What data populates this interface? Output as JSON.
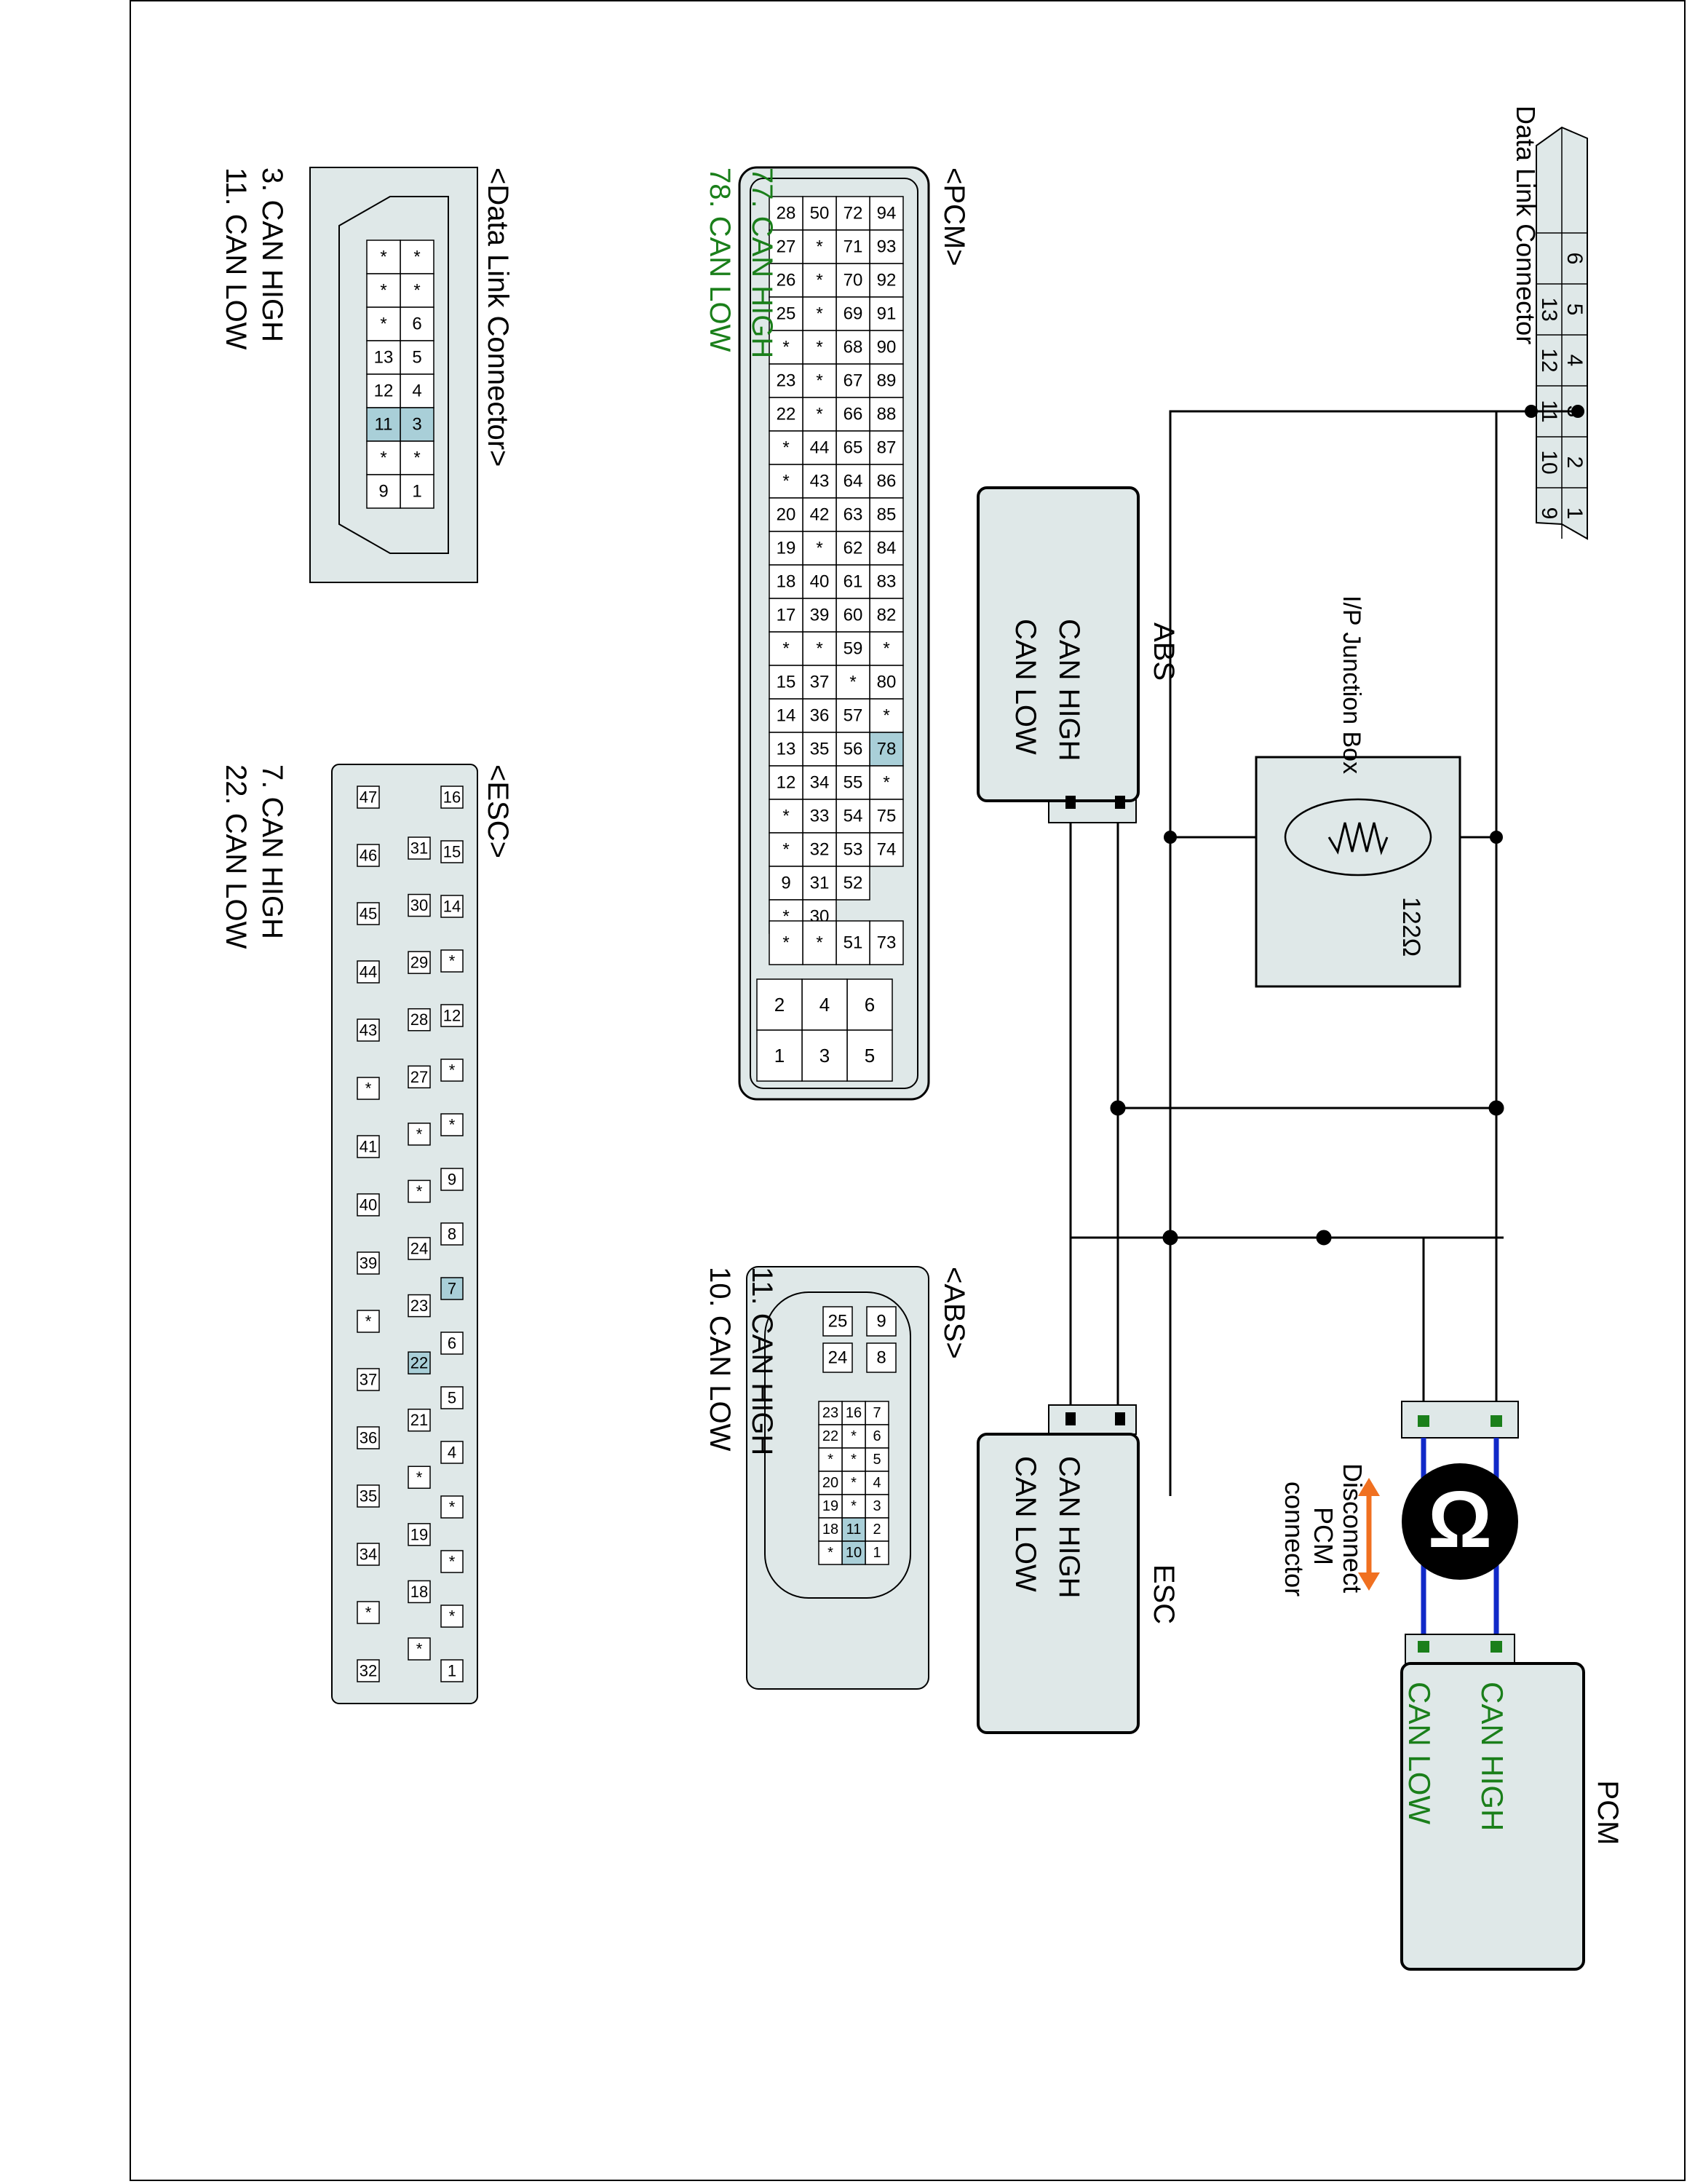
{
  "colors": {
    "box_fill": "#dfe8e8",
    "highlight": "#a9cfd8",
    "green_label": "#1a7f1a",
    "wire": "#000000",
    "pcm_wire": "#1029c8",
    "arrow": "#f07020"
  },
  "schematic": {
    "dlc_title": "Data Link Connector",
    "dlc_pins": [
      "6",
      "5",
      "4",
      "3",
      "2",
      "1",
      "13",
      "12",
      "11",
      "10",
      "9"
    ],
    "junction_box_label": "I/P Junction Box",
    "resistor_value": "122Ω",
    "abs": {
      "name": "ABS",
      "can_high": "CAN HIGH",
      "can_low": "CAN LOW"
    },
    "esc": {
      "name": "ESC",
      "can_high": "CAN HIGH",
      "can_low": "CAN LOW"
    },
    "pcm": {
      "name": "PCM",
      "can_high": "CAN HIGH",
      "can_low": "CAN LOW"
    },
    "disconnect_note": [
      "Disconnect",
      "PCM",
      "connector"
    ],
    "omega_icon": "Ω"
  },
  "pcm_connector": {
    "title": "<PCM>",
    "pins_note": [
      "77. CAN HIGH",
      "78. CAN LOW"
    ],
    "rows": [
      [
        "94",
        "93",
        "92",
        "91",
        "90",
        "89",
        "88",
        "87",
        "86",
        "85",
        "84",
        "83",
        "82",
        "*",
        "80",
        "*",
        "78",
        "*",
        "75",
        "74"
      ],
      [
        "72",
        "71",
        "70",
        "69",
        "68",
        "67",
        "66",
        "65",
        "64",
        "63",
        "62",
        "61",
        "60",
        "59",
        "*",
        "57",
        "56",
        "55",
        "54",
        "53",
        "52"
      ],
      [
        "50",
        "*",
        "*",
        "*",
        "*",
        "*",
        "*",
        "44",
        "43",
        "42",
        "*",
        "40",
        "39",
        "*",
        "37",
        "36",
        "35",
        "34",
        "33",
        "32",
        "31",
        "30"
      ],
      [
        "28",
        "27",
        "26",
        "25",
        "*",
        "23",
        "22",
        "*",
        "*",
        "20",
        "19",
        "18",
        "17",
        "*",
        "15",
        "14",
        "13",
        "12",
        "*",
        "*",
        "9",
        "*"
      ]
    ],
    "highlight_pins": [
      "77",
      "78"
    ],
    "side_pins": [
      [
        "73",
        "51",
        "*",
        "*"
      ]
    ],
    "small_block": [
      [
        "6",
        "4",
        "2"
      ],
      [
        "5",
        "3",
        "1"
      ]
    ]
  },
  "dlc_connector": {
    "title": "<Data Link Connector>",
    "pins_note": [
      "3. CAN HIGH",
      "11. CAN LOW"
    ],
    "rows": [
      [
        "*",
        "*",
        "6",
        "5",
        "4",
        "3",
        "*",
        "1"
      ],
      [
        "*",
        "*",
        "*",
        "13",
        "12",
        "11",
        "*",
        "9"
      ]
    ],
    "highlight_pins": [
      "3",
      "11"
    ]
  },
  "esc_connector": {
    "title": "<ESC>",
    "pins_note": [
      "7. CAN HIGH",
      "22. CAN LOW"
    ],
    "top_row": [
      "16",
      "15",
      "14",
      "*",
      "12",
      "*",
      "*",
      "9",
      "8",
      "7",
      "6",
      "5",
      "4",
      "*",
      "*",
      "*",
      "1"
    ],
    "mid_row": [
      "31",
      "30",
      "29",
      "28",
      "27",
      "*",
      "*",
      "24",
      "23",
      "22",
      "21",
      "*",
      "19",
      "18",
      "*"
    ],
    "bottom_row": [
      "47",
      "46",
      "45",
      "44",
      "43",
      "*",
      "41",
      "40",
      "39",
      "*",
      "37",
      "36",
      "35",
      "34",
      "*",
      "32"
    ],
    "highlight_pins": [
      "7",
      "22"
    ]
  },
  "abs_connector": {
    "title": "<ABS>",
    "pins_note": [
      "11. CAN HIGH",
      "10. CAN LOW"
    ],
    "big_pins": [
      [
        "9",
        "8"
      ],
      [
        "25",
        "24"
      ]
    ],
    "row1": [
      "7",
      "6",
      "5",
      "4",
      "3",
      "2",
      "1"
    ],
    "row2": [
      "16",
      "*",
      "*",
      "*",
      "*",
      "11",
      "10"
    ],
    "row3": [
      "23",
      "22",
      "*",
      "20",
      "19",
      "18",
      "*"
    ],
    "highlight_pins": [
      "11",
      "10"
    ]
  }
}
